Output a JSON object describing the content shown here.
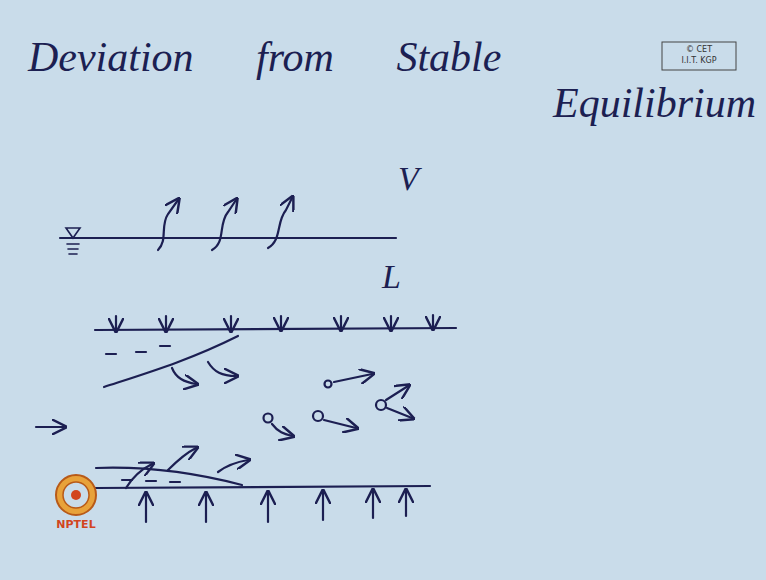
{
  "diagram": {
    "title": "Deviation from Stable Equilibrium",
    "labels": [
      "V",
      "L",
      "© CET",
      "I.I.T. KGP",
      "NPTEL"
    ]
  }
}
